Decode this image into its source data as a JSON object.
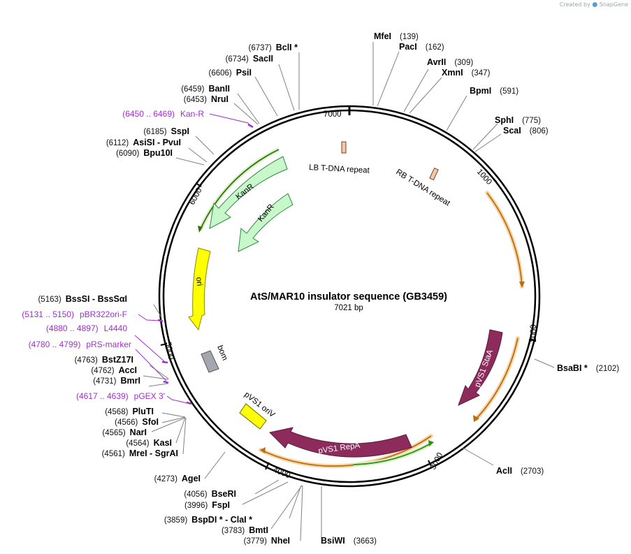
{
  "header": {
    "created_by": "Created by",
    "brand": "SnapGene"
  },
  "plasmid": {
    "name": "AtS/MAR10 insulator sequence (GB3459)",
    "length_label": "7021 bp",
    "total_bp": 7021
  },
  "ruler": {
    "ticks": [
      "1000",
      "2000",
      "3000",
      "4000",
      "5000",
      "6000",
      "7000"
    ]
  },
  "colors": {
    "kanr": "#c8f7cc",
    "ori": "#ffff00",
    "pvs1": "#8c2b5c",
    "bom": "#a3a8b0",
    "tdna": "#f6c6a8",
    "orange_arc": "#f2a33a",
    "green_arc": "#5ec43a",
    "primer": "#a02fd0"
  },
  "features": [
    {
      "id": "kanr1",
      "label": "KanR"
    },
    {
      "id": "kanr2",
      "label": "KanR"
    },
    {
      "id": "ori",
      "label": "ori"
    },
    {
      "id": "bom",
      "label": "bom"
    },
    {
      "id": "pvs1_stab",
      "label": "pVS1 StaA"
    },
    {
      "id": "pvs1_repa",
      "label": "pVS1 RepA"
    },
    {
      "id": "pvs1_oriv",
      "label": "pVS1 oriV"
    },
    {
      "id": "lb",
      "label": "LB T-DNA repeat"
    },
    {
      "id": "rb",
      "label": "RB T-DNA repeat"
    }
  ],
  "sites": [
    {
      "name": "BclI *",
      "pos": "(6737)"
    },
    {
      "name": "SacII",
      "pos": "(6734)"
    },
    {
      "name": "PsiI",
      "pos": "(6606)"
    },
    {
      "name": "BanII",
      "pos": "(6459)"
    },
    {
      "name": "NruI",
      "pos": "(6453)"
    },
    {
      "name": "SspI",
      "pos": "(6185)"
    },
    {
      "name": "AsiSI  - PvuI",
      "pos": "(6112)"
    },
    {
      "name": "Bpu10I",
      "pos": "(6090)"
    },
    {
      "name": "BssSI  - BssSαI",
      "pos": "(5163)"
    },
    {
      "name": "BstZ17I",
      "pos": "(4763)"
    },
    {
      "name": "AccI",
      "pos": "(4762)"
    },
    {
      "name": "BmrI",
      "pos": "(4731)"
    },
    {
      "name": "PluTI",
      "pos": "(4568)"
    },
    {
      "name": "SfoI",
      "pos": "(4566)"
    },
    {
      "name": "NarI",
      "pos": "(4565)"
    },
    {
      "name": "KasI",
      "pos": "(4564)"
    },
    {
      "name": "MreI  - SgrAI",
      "pos": "(4561)"
    },
    {
      "name": "AgeI",
      "pos": "(4273)"
    },
    {
      "name": "BseRI",
      "pos": "(4056)"
    },
    {
      "name": "FspI",
      "pos": "(3996)"
    },
    {
      "name": "BspDI *  - ClaI *",
      "pos": "(3859)"
    },
    {
      "name": "BmtI",
      "pos": "(3783)"
    },
    {
      "name": "NheI",
      "pos": "(3779)"
    },
    {
      "name": "BsiWI",
      "pos": "(3663)"
    },
    {
      "name": "MfeI",
      "pos": "(139)"
    },
    {
      "name": "PacI",
      "pos": "(162)"
    },
    {
      "name": "AvrII",
      "pos": "(309)"
    },
    {
      "name": "XmnI",
      "pos": "(347)"
    },
    {
      "name": "BpmI",
      "pos": "(591)"
    },
    {
      "name": "SphI",
      "pos": "(775)"
    },
    {
      "name": "ScaI",
      "pos": "(806)"
    },
    {
      "name": "BsaBI *",
      "pos": "(2102)"
    },
    {
      "name": "AclI",
      "pos": "(2703)"
    }
  ],
  "primers": [
    {
      "name": "Kan-R",
      "range": "(6450 .. 6469)"
    },
    {
      "name": "pBR322ori-F",
      "range": "(5131 .. 5150)"
    },
    {
      "name": "L4440",
      "range": "(4880 .. 4897)"
    },
    {
      "name": "pRS-marker",
      "range": "(4780 .. 4799)"
    },
    {
      "name": "pGEX 3'",
      "range": "(4617 .. 4639)"
    }
  ]
}
